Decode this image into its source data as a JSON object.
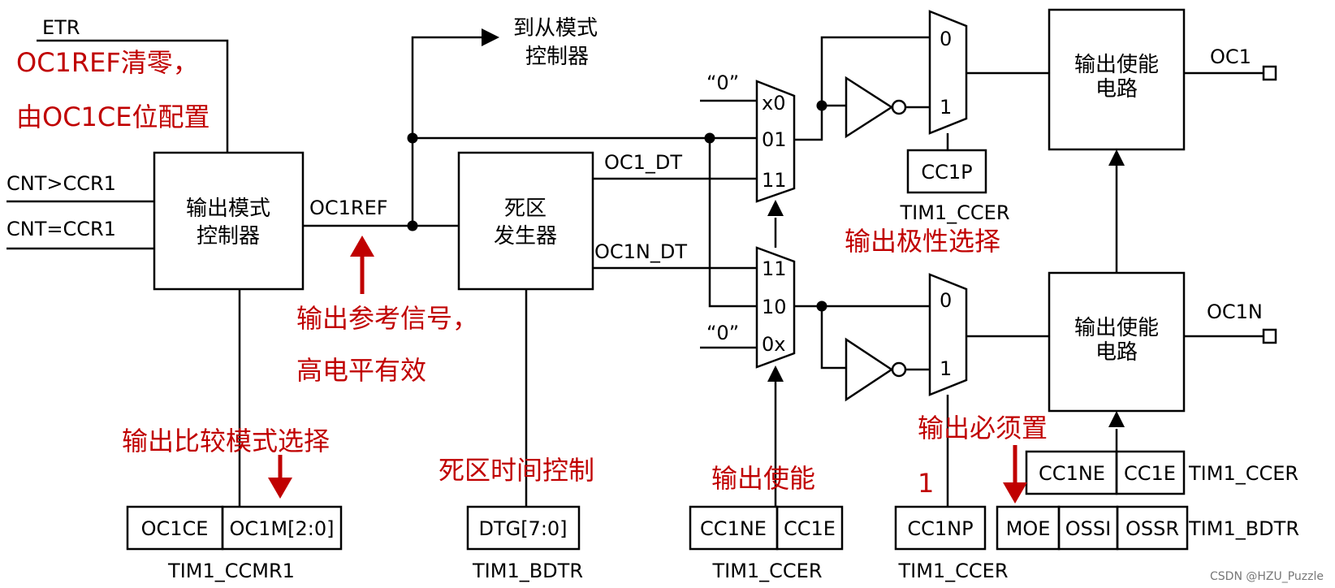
{
  "colors": {
    "line": "#000000",
    "annotation": "#c00000",
    "watermark": "#777777"
  },
  "inputs": {
    "etr": "ETR",
    "cnt_gt": "CNT>CCR1",
    "cnt_eq": "CNT=CCR1"
  },
  "blocks": {
    "output_mode_controller": [
      "输出模式",
      "控制器"
    ],
    "dead_time_generator": [
      "死区",
      "发生器"
    ],
    "to_slave_mode": [
      "到从模式",
      "控制器"
    ],
    "output_enable_1": [
      "输出使能",
      "电路"
    ],
    "output_enable_2": [
      "输出使能",
      "电路"
    ]
  },
  "signals": {
    "oc1ref": "OC1REF",
    "oc1_dt": "OC1_DT",
    "oc1n_dt": "OC1N_DT",
    "oc1": "OC1",
    "oc1n": "OC1N"
  },
  "mux_top": {
    "zero": "“0”",
    "in_x0": "x0",
    "in_01": "01",
    "in_11": "11"
  },
  "mux_bottom": {
    "zero": "“0”",
    "in_11": "11",
    "in_10": "10",
    "in_0x": "0x"
  },
  "pol_mux_top": {
    "in0": "0",
    "in1": "1"
  },
  "pol_mux_bottom": {
    "in0": "0",
    "in1": "1"
  },
  "registers": {
    "ccmr1": {
      "fields": [
        "OC1CE",
        "OC1M[2:0]"
      ],
      "name": "TIM1_CCMR1"
    },
    "bdtr_dtg": {
      "fields": [
        "DTG[7:0]"
      ],
      "name": "TIM1_BDTR"
    },
    "ccer_enable": {
      "fields": [
        "CC1NE",
        "CC1E"
      ],
      "name": "TIM1_CCER"
    },
    "ccer_cc1p": {
      "fields": [
        "CC1P"
      ],
      "name": "TIM1_CCER"
    },
    "ccer_cc1np": {
      "fields": [
        "CC1NP"
      ],
      "name": "TIM1_CCER"
    },
    "ccer_right": {
      "fields": [
        "CC1NE",
        "CC1E"
      ],
      "name": "TIM1_CCER"
    },
    "bdtr_right": {
      "fields": [
        "MOE",
        "OSSI",
        "OSSR"
      ],
      "name": "TIM1_BDTR"
    }
  },
  "annotations": {
    "oc1ref_clear": [
      "OC1REF清零，",
      "由OC1CE位配置"
    ],
    "reference_signal": [
      "输出参考信号，",
      "高电平有效"
    ],
    "compare_mode_select": "输出比较模式选择",
    "dead_time_control": "死区时间控制",
    "output_enable": "输出使能",
    "polarity_select": "输出极性选择",
    "must_set": "输出必须置",
    "must_set_value": "1"
  },
  "watermark": "CSDN @HZU_Puzzle"
}
